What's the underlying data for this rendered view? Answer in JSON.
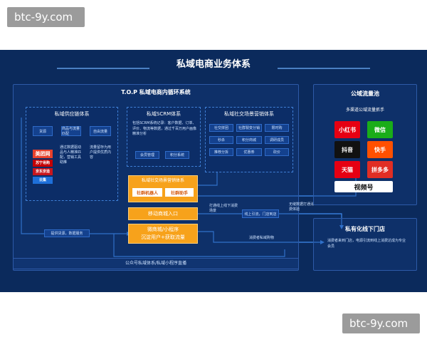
{
  "watermark": {
    "top": "btc-9y.com",
    "bottom": "btc-9y.com"
  },
  "diagram": {
    "title": "私域电商业务体系",
    "loop_title": "T.O.P 私域电商内循环系统",
    "public_title": "公域流量池",
    "supply": {
      "title": "私域供应链体系",
      "tags": [
        "货源",
        "商品与流量匹配",
        "自由流量"
      ],
      "logos": [
        {
          "text": "美团网",
          "color": "#ffffff",
          "bg": "#e8412c"
        },
        {
          "text": "苏宁易购",
          "color": "#ffffff",
          "bg": "#c40000"
        },
        {
          "text": "京东京造",
          "color": "#ffffff",
          "bg": "#c8161d"
        },
        {
          "text": "云集",
          "color": "#ffffff",
          "bg": "#1e6fd9"
        }
      ],
      "text1": "通过数据驱动品与人精准匹配，营销工具助推",
      "text2": "流量留存为用户提供优质内容"
    },
    "scrm": {
      "title": "私域SCRM体系",
      "desc": "包括SCRM系统记录：客户数据、订单、评价、物流等数据，通过千百万用户画像精准分析",
      "tags": [
        "会员管理",
        "积分系统"
      ]
    },
    "social": {
      "title": "私域社交场景营销体系",
      "tags": [
        "社交拼团",
        "社群裂变分销",
        "限时购",
        "秒杀",
        "积分商城",
        "调研成员",
        "推荐分拆",
        "优惠券",
        "砍价"
      ]
    },
    "center": {
      "box_title": "私域社交场景营销体系",
      "btn1": "社群机器人",
      "btn2": "社群助手",
      "mid": "移动商城入口",
      "bottom_line1": "微商城/小程序",
      "bottom_line2": "沉淀用户+获取流量"
    },
    "labels": {
      "left_arrow": "提供货源，数据服务",
      "mid_arrow": "打通线上线下消费场景",
      "right_tag": "线上引流，门店到店",
      "right_small": "无缝数据打通消费体验",
      "consume": "消费者私域购物",
      "bottom": "公众号私域体系/私域小程序直播"
    },
    "platforms": {
      "title": "多渠道公域流量抓手",
      "items": [
        {
          "name": "小红书",
          "icon": "xiaohongshu-icon",
          "bg": "#e60012",
          "fg": "#ffffff"
        },
        {
          "name": "微信",
          "icon": "wechat-icon",
          "bg": "#1aad19",
          "fg": "#ffffff"
        },
        {
          "name": "抖音",
          "icon": "douyin-icon",
          "bg": "#111111",
          "fg": "#ffffff"
        },
        {
          "name": "快手",
          "icon": "kuaishou-icon",
          "bg": "#ff5000",
          "fg": "#ffffff"
        },
        {
          "name": "天猫",
          "icon": "tmall-icon",
          "bg": "#e60012",
          "fg": "#ffffff"
        },
        {
          "name": "拼多多",
          "icon": "pinduoduo-icon",
          "bg": "#e02e24",
          "fg": "#ffffff"
        }
      ],
      "video": "视频号"
    },
    "offline": {
      "title": "私有化线下门店",
      "desc": "消费者来到门店，电源引流到线上消费达成为专业会员"
    },
    "colors": {
      "bg": "#0b2a5c",
      "accent": "#f7a21b",
      "line": "#3f8cf0"
    }
  }
}
